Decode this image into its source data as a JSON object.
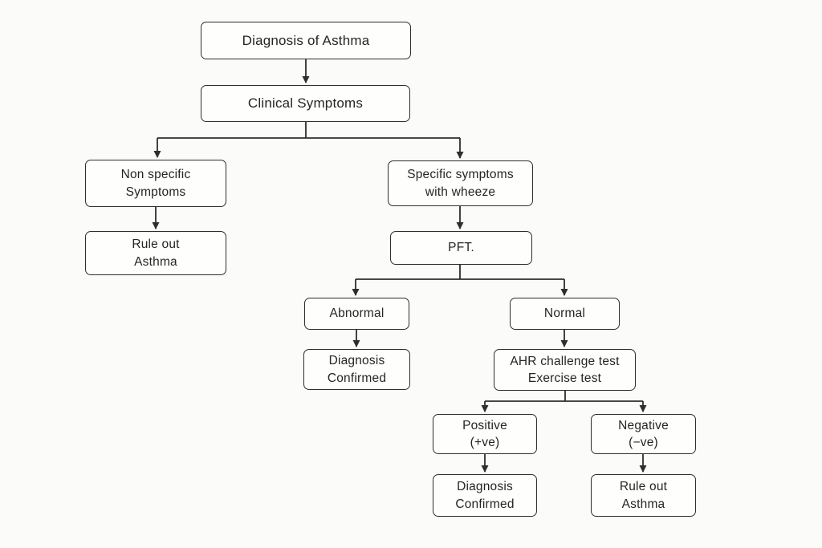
{
  "diagram": {
    "type": "flowchart",
    "title": "Diagnosis of Asthma",
    "colors": {
      "background": "#fbfbfa",
      "box_fill": "#fefefd",
      "box_border": "#2e2e2e",
      "text": "#252525",
      "connector": "#2e2e2e"
    },
    "nodes": [
      {
        "id": "diagnosis-of-asthma",
        "label": "Diagnosis of Asthma"
      },
      {
        "id": "clinical-symptoms",
        "label": "Clinical Symptoms"
      },
      {
        "id": "non-specific-symptoms",
        "label": "Non specific\nSymptoms"
      },
      {
        "id": "specific-symptoms-wheeze",
        "label": "Specific symptoms\nwith wheeze"
      },
      {
        "id": "rule-out-asthma-left",
        "label": "Rule out\nAsthma"
      },
      {
        "id": "pft",
        "label": "PFT."
      },
      {
        "id": "abnormal",
        "label": "Abnormal"
      },
      {
        "id": "normal",
        "label": "Normal"
      },
      {
        "id": "diagnosis-confirmed-left",
        "label": "Diagnosis\nConfirmed"
      },
      {
        "id": "ahr-challenge-test",
        "label": "AHR challenge test\nExercise test"
      },
      {
        "id": "positive",
        "label": "Positive\n(+ve)"
      },
      {
        "id": "negative",
        "label": "Negative\n(−ve)"
      },
      {
        "id": "diagnosis-confirmed-bottom",
        "label": "Diagnosis\nConfirmed"
      },
      {
        "id": "rule-out-asthma-bottom",
        "label": "Rule out\nAsthma"
      }
    ],
    "edges": [
      {
        "from": "diagnosis-of-asthma",
        "to": "clinical-symptoms"
      },
      {
        "from": "clinical-symptoms",
        "to": "non-specific-symptoms"
      },
      {
        "from": "clinical-symptoms",
        "to": "specific-symptoms-wheeze"
      },
      {
        "from": "non-specific-symptoms",
        "to": "rule-out-asthma-left"
      },
      {
        "from": "specific-symptoms-wheeze",
        "to": "pft"
      },
      {
        "from": "pft",
        "to": "abnormal"
      },
      {
        "from": "pft",
        "to": "normal"
      },
      {
        "from": "abnormal",
        "to": "diagnosis-confirmed-left"
      },
      {
        "from": "normal",
        "to": "ahr-challenge-test"
      },
      {
        "from": "ahr-challenge-test",
        "to": "positive"
      },
      {
        "from": "ahr-challenge-test",
        "to": "negative"
      },
      {
        "from": "positive",
        "to": "diagnosis-confirmed-bottom"
      },
      {
        "from": "negative",
        "to": "rule-out-asthma-bottom"
      }
    ]
  }
}
